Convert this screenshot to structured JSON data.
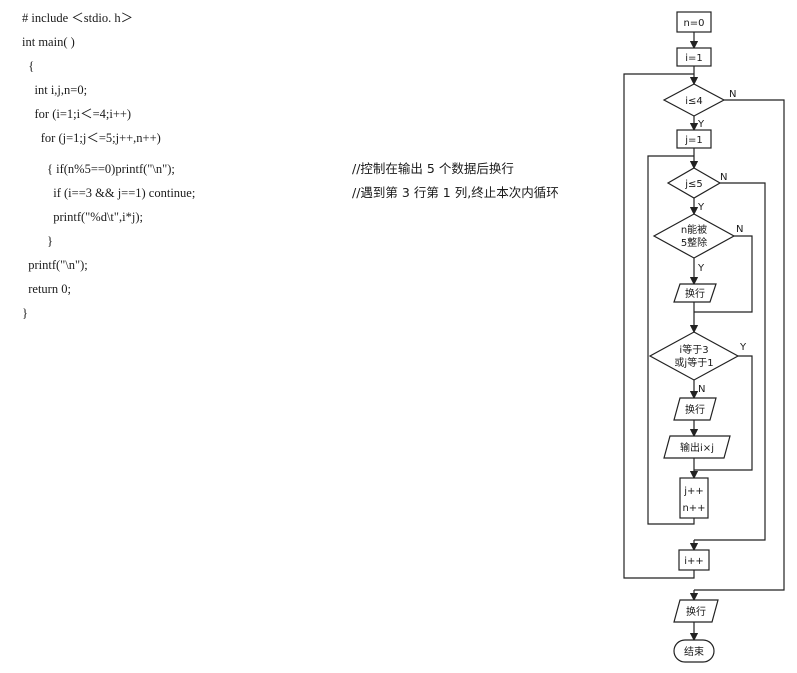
{
  "code": {
    "lines": [
      "# include ＜stdio. h＞",
      "int main( )",
      "  {",
      "    int i,j,n=0;",
      "    for (i=1;i＜=4;i++)",
      "      for (j=1;j＜=5;j++,n++)",
      "        { if(n%5==0)printf(\"\\n\");",
      "          if (i==3 && j==1) continue;",
      "          printf(\"%d\\t\",i*j);",
      "        }",
      "  printf(\"\\n\");",
      "  return 0;",
      "}"
    ],
    "comments": [
      "//控制在输出 5 个数据后换行",
      "//遇到第 3 行第 1 列,终止本次内循环"
    ]
  },
  "flowchart": {
    "init_n": "n=0",
    "init_i": "i=1",
    "cond_i": "i≤4",
    "init_j": "j=1",
    "cond_j": "j≤5",
    "cond_div_line1": "n能被",
    "cond_div_line2": "5整除",
    "newline1": "换行",
    "cond_ij_line1": "i等于3",
    "cond_ij_line2": "或j等于1",
    "newline2": "换行",
    "output": "输出i×j",
    "incr_j": "j++",
    "incr_n": "n++",
    "incr_i": "i++",
    "newline_final": "换行",
    "end": "结束",
    "labels": {
      "yes": "Y",
      "no": "N"
    }
  }
}
